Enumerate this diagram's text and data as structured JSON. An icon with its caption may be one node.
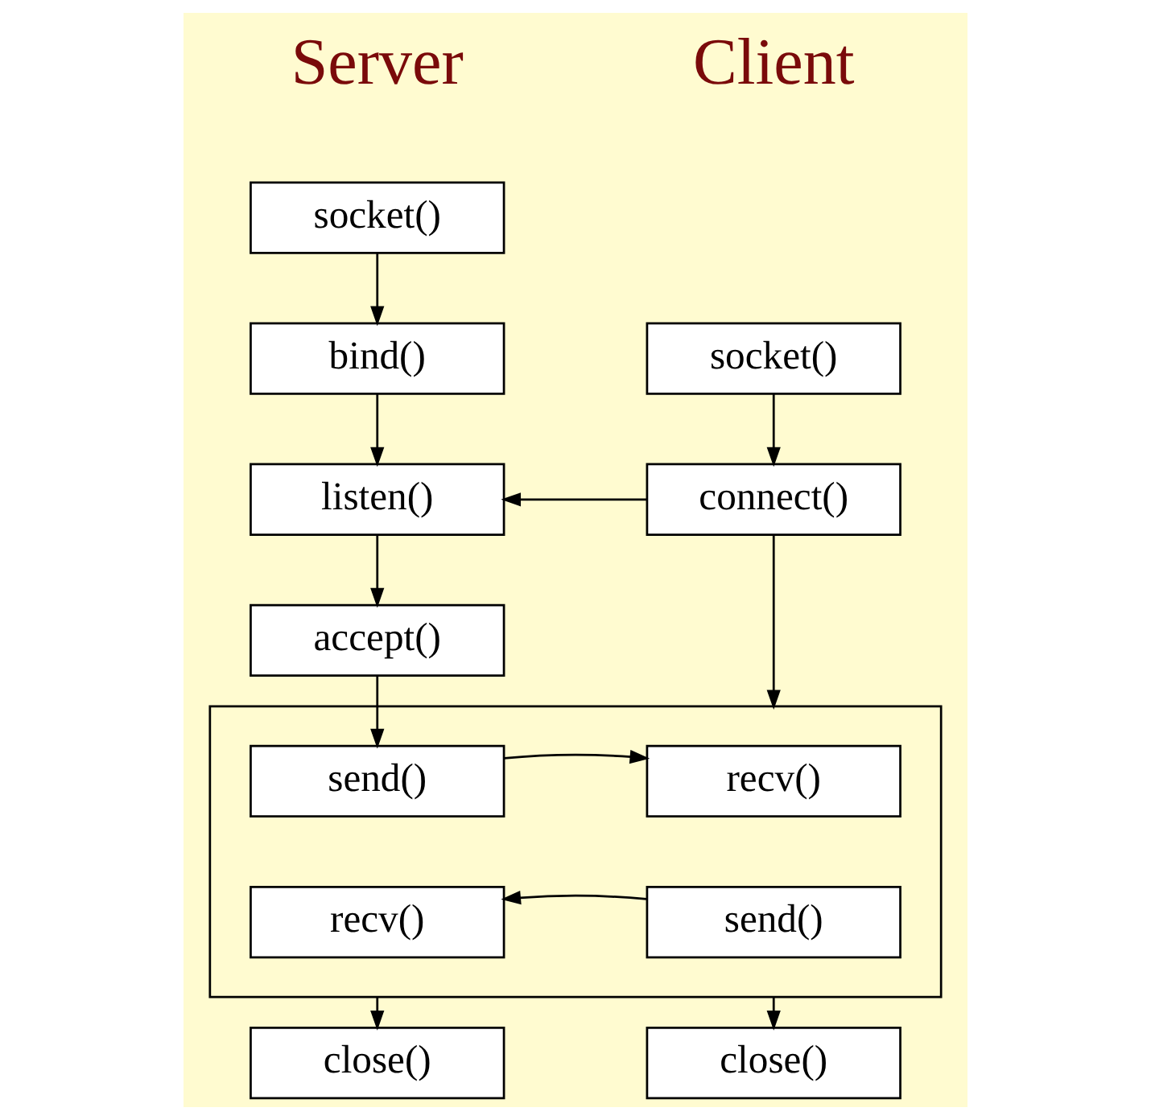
{
  "diagram": {
    "nodes": [
      {
        "text": [
          "socket()"
        ]
      },
      {
        "text": [
          "bind()"
        ]
      },
      {
        "text": [
          "listen()"
        ]
      },
      {
        "text": [
          "accept()"
        ]
      },
      {
        "text": [
          "socket()"
        ]
      },
      {
        "text": [
          "connect()"
        ]
      },
      {
        "text": [],
        "shape": "box"
      },
      {
        "text": [
          "send()"
        ],
        "in": 6
      },
      {
        "text": [
          "recv()"
        ],
        "in": 6
      },
      {
        "text": [
          "recv()"
        ],
        "in": 6
      },
      {
        "text": [
          "send()"
        ],
        "in": 6
      },
      {
        "text": [
          "close()"
        ]
      },
      {
        "text": [
          "close()"
        ]
      }
    ],
    "edges": [
      {
        "from": 0,
        "to": 1,
        "arrow": "to"
      },
      {
        "from": 1,
        "to": 2,
        "arrow": "to"
      },
      {
        "from": 4,
        "to": 5,
        "arrow": "to"
      },
      {
        "from": 5,
        "to": 2,
        "arrow": "to"
      },
      {
        "from": 2,
        "to": 3,
        "arrow": "to"
      },
      {
        "from": 3,
        "to": 7,
        "arrow": "to"
      },
      {
        "from": 5,
        "to": 6,
        "arrow": "to"
      },
      {
        "from": 7,
        "to": 8,
        "arrow": "to"
      },
      {
        "from": 10,
        "to": 9,
        "arrow": "to"
      },
      {
        "from": 6,
        "to": 11,
        "arrow": "to"
      },
      {
        "from": 6,
        "to": 12,
        "arrow": "to"
      }
    ],
    "labels": [
      "Server",
      "Client"
    ]
  }
}
